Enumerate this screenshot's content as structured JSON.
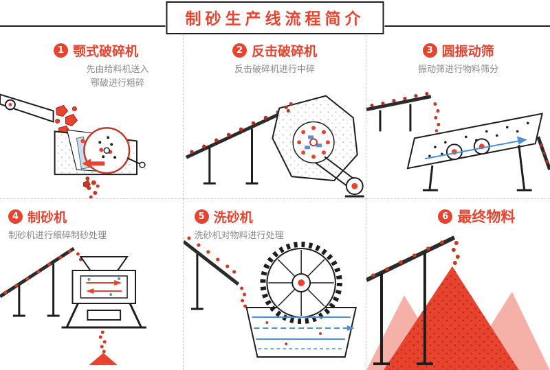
{
  "header": {
    "title": "制砂生产线流程简介"
  },
  "theme": {
    "accent_red": "#e8432e",
    "pile_pink": "#f5b0a8",
    "text_gray": "#888888",
    "line_black": "#1d1d1d",
    "water_blue": "#4a90d9"
  },
  "panels": [
    {
      "number": "1",
      "title": "颚式破碎机",
      "illustration": "jaw-crusher",
      "desc_lines": [
        "先由给料机送入",
        "鄂破进行粗碎"
      ]
    },
    {
      "number": "2",
      "title": "反击破碎机",
      "illustration": "impact-crusher",
      "desc_lines": [
        "反击破碎机进行中碎"
      ]
    },
    {
      "number": "3",
      "title": "圆振动筛",
      "illustration": "vibrating-screen",
      "desc_lines": [
        "振动筛进行物料筛分"
      ]
    },
    {
      "number": "4",
      "title": "制砂机",
      "illustration": "sand-maker",
      "desc_lines": [
        "制砂机进行细碎制砂处理"
      ]
    },
    {
      "number": "5",
      "title": "洗砂机",
      "illustration": "sand-washer",
      "desc_lines": [
        "洗砂机对物料进行处理"
      ]
    },
    {
      "number": "6",
      "title": "最终物料",
      "illustration": "final-material",
      "desc_lines": []
    }
  ]
}
